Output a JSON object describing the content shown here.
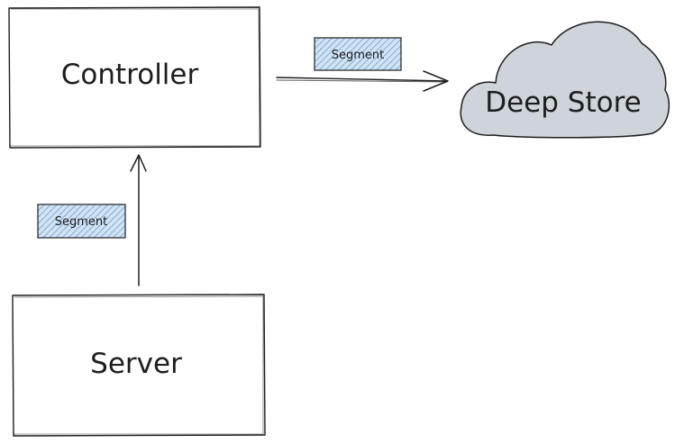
{
  "diagram": {
    "nodes": {
      "controller": {
        "label": "Controller"
      },
      "server": {
        "label": "Server"
      },
      "deep_store": {
        "label": "Deep Store"
      }
    },
    "edges": {
      "server_to_controller": {
        "label": "Segment"
      },
      "controller_to_deep_store": {
        "label": "Segment"
      }
    }
  },
  "colors": {
    "stroke": "#1e1e1e",
    "cloud_fill": "#ced4da",
    "tag_fill": "#a5d8ff",
    "tag_hatch": "#1971c2",
    "background": "#ffffff"
  }
}
